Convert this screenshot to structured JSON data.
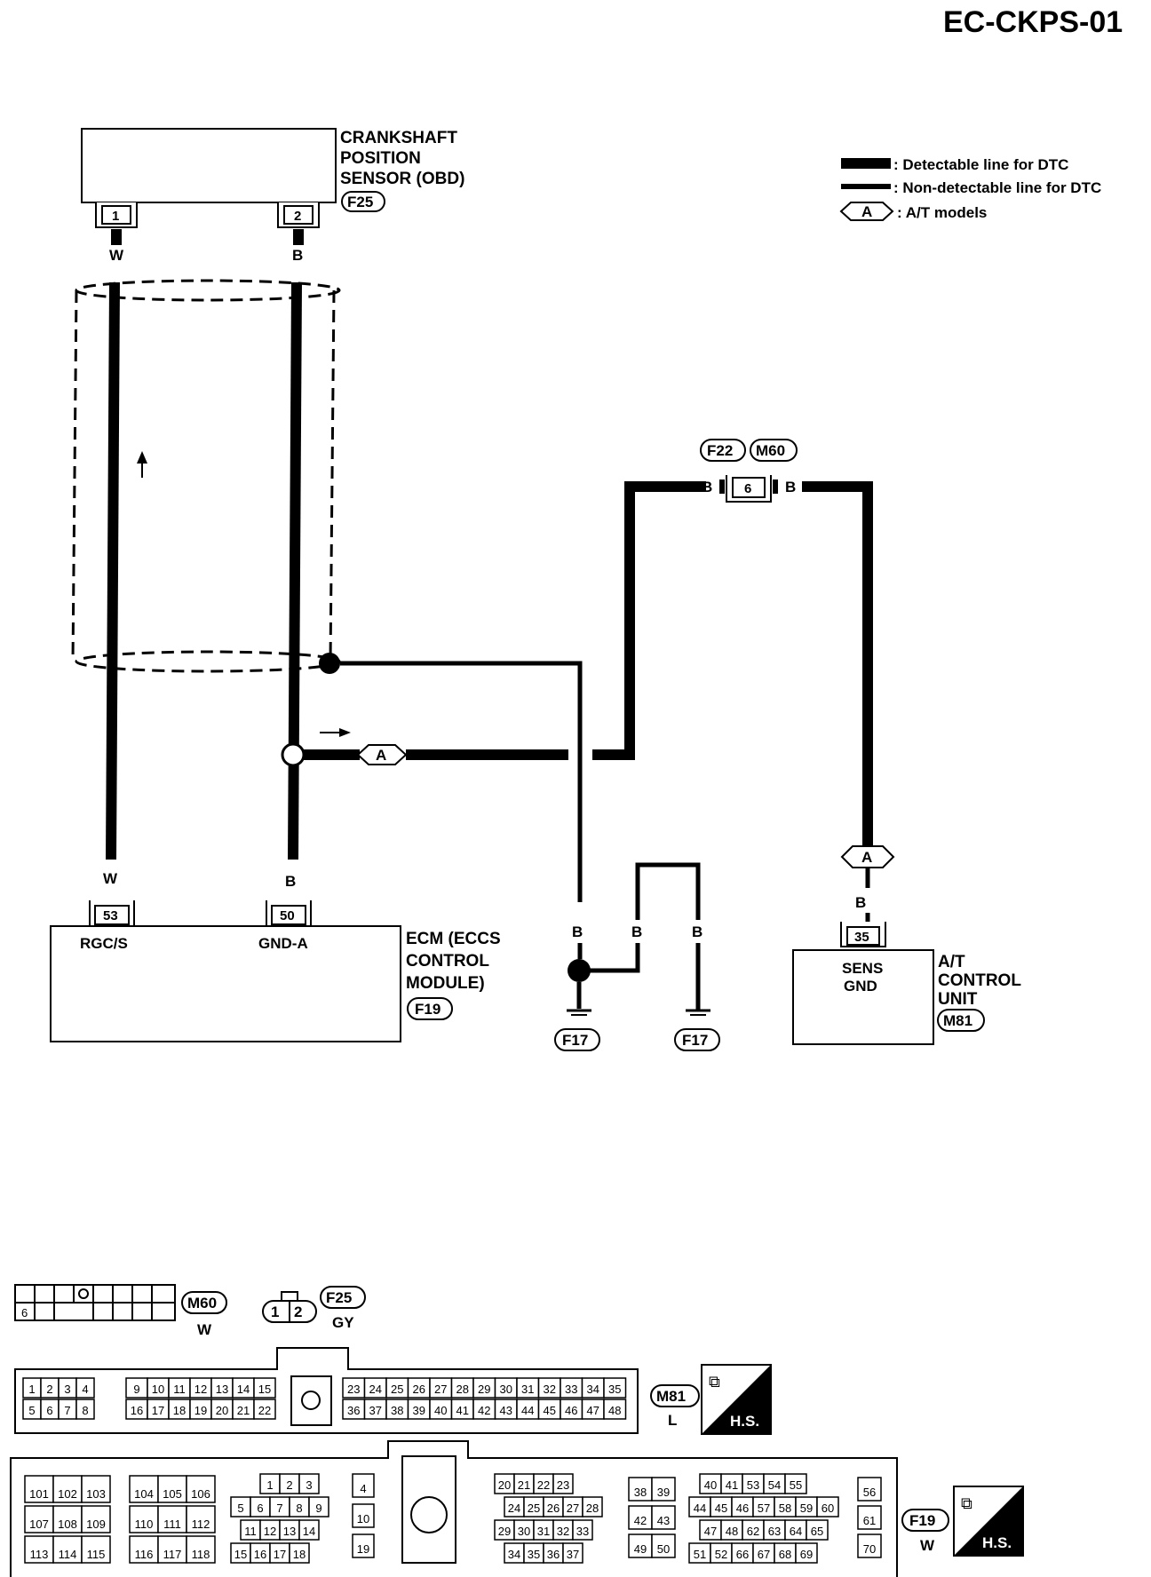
{
  "page_id": "EC-CKPS-01",
  "legend": {
    "detectable": ": Detectable line for DTC",
    "non_detectable": ": Non-detectable line for DTC",
    "at_symbol": "A",
    "at_models": ": A/T models"
  },
  "sensor": {
    "line1": "CRANKSHAFT",
    "line2": "POSITION",
    "line3": "SENSOR (OBD)",
    "connector": "F25",
    "pin1": "1",
    "pin2": "2",
    "wire1": "W",
    "wire2": "B"
  },
  "junction": {
    "connector_a": "F22",
    "connector_b": "M60",
    "pin": "6",
    "wire_left": "B",
    "wire_right": "B"
  },
  "ecm": {
    "line1": "ECM (ECCS",
    "line2": "CONTROL",
    "line3": "MODULE)",
    "connector": "F19",
    "pin_a": "53",
    "pin_b": "50",
    "term_a": "RGC/S",
    "term_b": "GND-A",
    "wire_a": "W",
    "wire_b": "B"
  },
  "grounds": {
    "wire1": "B",
    "wire2": "B",
    "wire3": "B",
    "ground1": "F17",
    "ground2": "F17"
  },
  "at_unit": {
    "line1": "A/T",
    "line2": "CONTROL",
    "line3": "UNIT",
    "connector": "M81",
    "pin": "35",
    "term1": "SENS",
    "term2": "GND",
    "wire": "B",
    "symbol": "A"
  },
  "shield_symbol": "A",
  "connector_views": {
    "m60": {
      "id": "M60",
      "color": "W",
      "pin": "6"
    },
    "f25": {
      "id": "F25",
      "color": "GY",
      "pin1": "1",
      "pin2": "2"
    },
    "m81": {
      "id": "M81",
      "color": "L",
      "badge": "H.S.",
      "group1_top": [
        "1",
        "2",
        "3",
        "4"
      ],
      "group1_bot": [
        "5",
        "6",
        "7",
        "8"
      ],
      "group2_top": [
        "9",
        "10",
        "11",
        "12",
        "13",
        "14",
        "15"
      ],
      "group2_bot": [
        "16",
        "17",
        "18",
        "19",
        "20",
        "21",
        "22"
      ],
      "group3_top": [
        "23",
        "24",
        "25",
        "26",
        "27",
        "28",
        "29",
        "30",
        "31",
        "32",
        "33",
        "34",
        "35"
      ],
      "group3_bot": [
        "36",
        "37",
        "38",
        "39",
        "40",
        "41",
        "42",
        "43",
        "44",
        "45",
        "46",
        "47",
        "48"
      ]
    },
    "f19": {
      "id": "F19",
      "color": "W",
      "badge": "H.S.",
      "block1": [
        [
          "101",
          "102",
          "103"
        ],
        [
          "107",
          "108",
          "109"
        ],
        [
          "113",
          "114",
          "115"
        ]
      ],
      "block2": [
        [
          "104",
          "105",
          "106"
        ],
        [
          "110",
          "111",
          "112"
        ],
        [
          "116",
          "117",
          "118"
        ]
      ],
      "block3_r1": [
        "1",
        "2",
        "3"
      ],
      "block3_r2": [
        "5",
        "6",
        "7",
        "8",
        "9"
      ],
      "block3_r3": [
        "11",
        "12",
        "13",
        "14"
      ],
      "block3_r4": [
        "15",
        "16",
        "17",
        "18"
      ],
      "block4": [
        "4",
        "10",
        "19"
      ],
      "block5_r1": [
        "20",
        "21",
        "22",
        "23"
      ],
      "block5_r2": [
        "24",
        "25",
        "26",
        "27",
        "28"
      ],
      "block5_r3": [
        "29",
        "30",
        "31",
        "32",
        "33"
      ],
      "block5_r4": [
        "34",
        "35",
        "36",
        "37"
      ],
      "block6": [
        [
          "38",
          "39"
        ],
        [
          "42",
          "43"
        ],
        [
          "49",
          "50"
        ]
      ],
      "block7_r1": [
        "40",
        "41",
        "53",
        "54",
        "55"
      ],
      "block7_r2": [
        "44",
        "45",
        "46",
        "57",
        "58",
        "59",
        "60"
      ],
      "block7_r3": [
        "47",
        "48",
        "62",
        "63",
        "64",
        "65"
      ],
      "block7_r4": [
        "51",
        "52",
        "66",
        "67",
        "68",
        "69"
      ],
      "block8": [
        "56",
        "61",
        "70"
      ]
    }
  }
}
